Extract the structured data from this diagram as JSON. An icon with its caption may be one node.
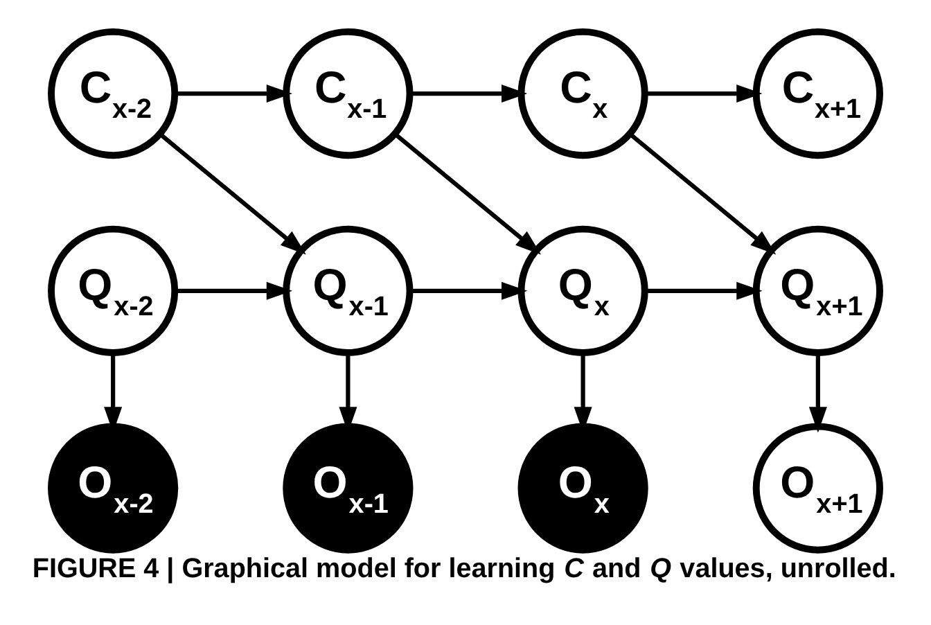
{
  "diagram": {
    "caption": "FIGURE 4 | Graphical model for learning *C* and *Q* values, unrolled.",
    "nodes": [
      {
        "text": [
          "C$_{x-2}$"
        ]
      },
      {
        "text": [
          "C$_{x-1}$"
        ]
      },
      {
        "text": [
          "C$_{x}$"
        ]
      },
      {
        "text": [
          "C$_{x+1}$"
        ]
      },
      {
        "text": [
          "Q$_{x-2}$"
        ]
      },
      {
        "text": [
          "Q$_{x-1}$"
        ]
      },
      {
        "text": [
          "Q$_{x}$"
        ]
      },
      {
        "text": [
          "Q$_{x+1}$"
        ]
      },
      {
        "text": [
          "O$_{x-2}$"
        ]
      },
      {
        "text": [
          "O$_{x-1}$"
        ]
      },
      {
        "text": [
          "O$_{x}$"
        ]
      },
      {
        "text": [
          "O$_{x+1}$"
        ]
      }
    ],
    "edges": [
      {
        "from": 0,
        "to": 1,
        "arrow": "to"
      },
      {
        "from": 1,
        "to": 2,
        "arrow": "to"
      },
      {
        "from": 2,
        "to": 3,
        "arrow": "to"
      },
      {
        "from": 0,
        "to": 5,
        "arrow": "to"
      },
      {
        "from": 1,
        "to": 6,
        "arrow": "to"
      },
      {
        "from": 2,
        "to": 7,
        "arrow": "to"
      },
      {
        "from": 4,
        "to": 5,
        "arrow": "to"
      },
      {
        "from": 5,
        "to": 6,
        "arrow": "to"
      },
      {
        "from": 6,
        "to": 7,
        "arrow": "to"
      },
      {
        "from": 4,
        "to": 8,
        "arrow": "to"
      },
      {
        "from": 5,
        "to": 9,
        "arrow": "to"
      },
      {
        "from": 6,
        "to": 10,
        "arrow": "to"
      },
      {
        "from": 7,
        "to": 11,
        "arrow": "to"
      }
    ]
  }
}
